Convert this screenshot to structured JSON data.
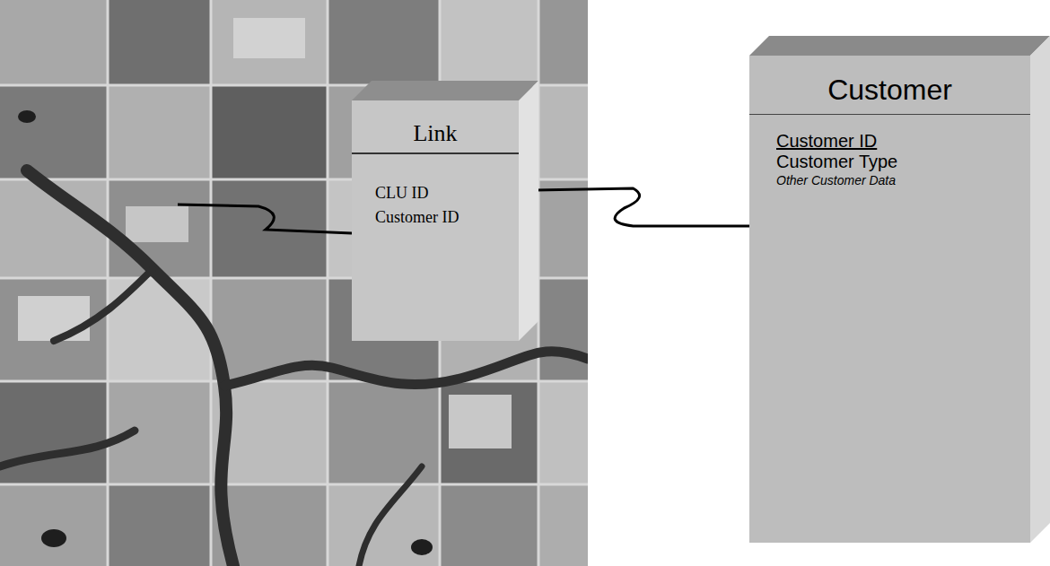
{
  "diagram": {
    "nodes": [
      {
        "text": [
          "Link",
          "CLU ID",
          "Customer ID"
        ]
      },
      {
        "text": [
          "Customer",
          "Customer ID",
          "Customer Type",
          "Other Customer Data"
        ]
      }
    ],
    "edges": [
      {
        "from": 0,
        "to": 1,
        "arrow": "none"
      }
    ]
  }
}
